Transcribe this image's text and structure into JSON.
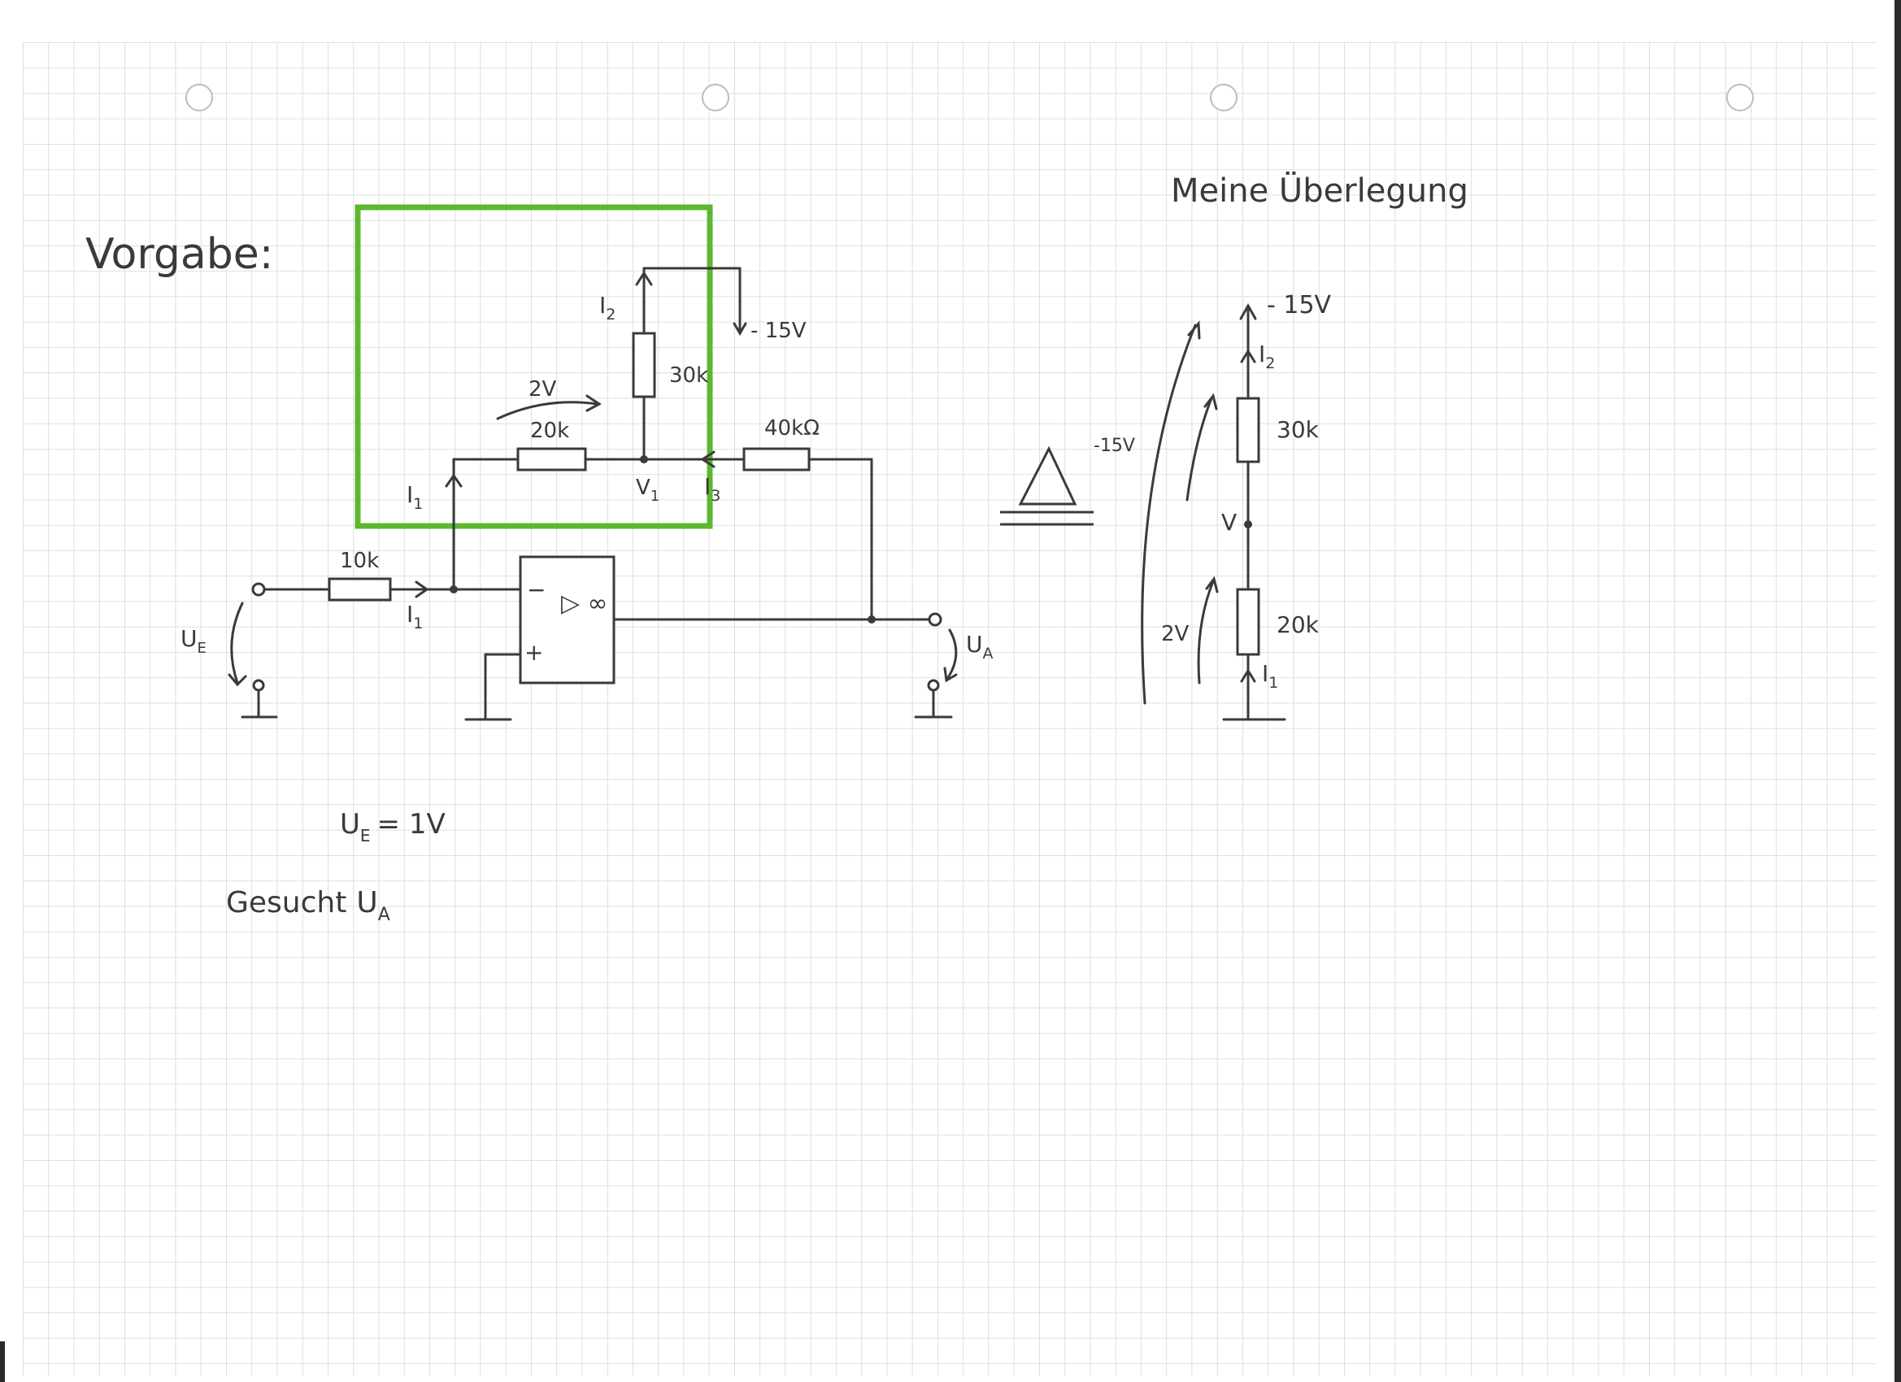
{
  "left": {
    "heading": "Vorgabe:",
    "given": {
      "sym": "U",
      "sub": "E",
      "rest": "= 1V"
    },
    "sought": {
      "word": "Gesucht",
      "sym": "U",
      "sub": "A"
    }
  },
  "circuit": {
    "r_in": "10k",
    "r_a": "20k",
    "r_b": "30k",
    "r_fb": "40kΩ",
    "supply": "- 15V",
    "v_drop": "2V",
    "node": {
      "sym": "V",
      "sub": "1"
    },
    "i1_top": {
      "sym": "I",
      "sub": "1"
    },
    "i1_in": {
      "sym": "I",
      "sub": "1"
    },
    "i2": {
      "sym": "I",
      "sub": "2"
    },
    "i3": {
      "sym": "I",
      "sub": "3"
    },
    "opamp_type": "▷ ∞",
    "minus": "−",
    "plus": "+",
    "ue": {
      "sym": "U",
      "sub": "E"
    },
    "ua": {
      "sym": "U",
      "sub": "A"
    }
  },
  "right": {
    "heading": "Meine Überlegung",
    "supply": "- 15V",
    "i2": {
      "sym": "I",
      "sub": "2"
    },
    "r_top": "30k",
    "node": "V",
    "r_bottom": "20k",
    "i1": {
      "sym": "I",
      "sub": "1"
    },
    "v_total": "-15V",
    "v_drop": "2V"
  },
  "colors": {
    "highlight": "#5cb832",
    "ink": "#3a3a3a",
    "grid": "#d6d6d6"
  }
}
